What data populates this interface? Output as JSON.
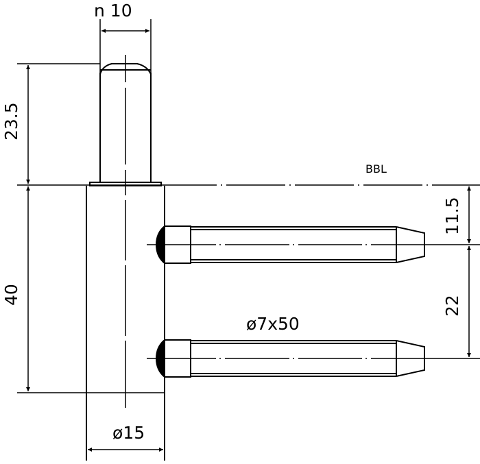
{
  "drawing": {
    "title": "Hinge pin technical drawing",
    "colors": {
      "line": "#000000",
      "background": "#ffffff"
    },
    "dimensions": {
      "pin_width": "n 10",
      "pin_height": "23.5",
      "body_height": "40",
      "body_diameter": "ø15",
      "first_pin_offset": "11.5",
      "pin_spacing": "22",
      "screw_pin_size": "ø7x50"
    },
    "labels": {
      "reference_line": "BBL"
    }
  }
}
